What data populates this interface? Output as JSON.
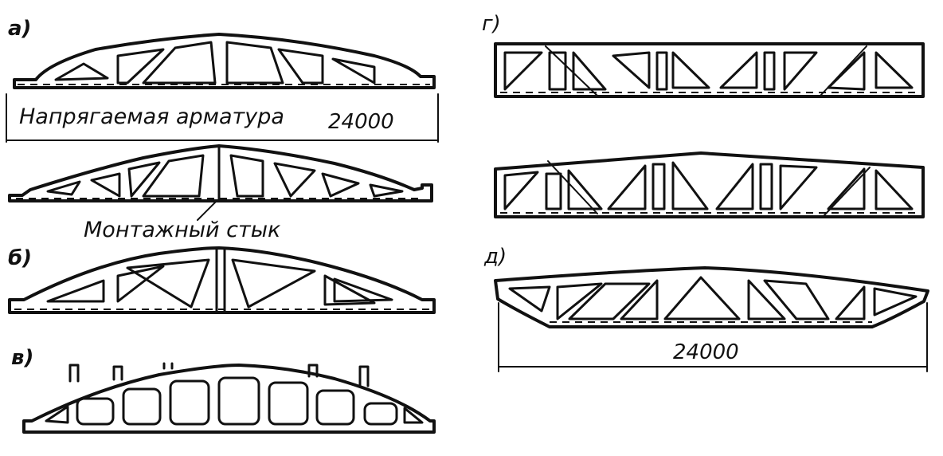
{
  "figure": {
    "labels": {
      "a": "а)",
      "b": "б)",
      "v": "в)",
      "g": "г)",
      "d": "д)"
    },
    "annotations": {
      "prestressed_reinforcement": "Напрягаемая арматура",
      "span_a": "24000",
      "assembly_joint": "Монтажный стык",
      "span_d": "24000"
    }
  }
}
